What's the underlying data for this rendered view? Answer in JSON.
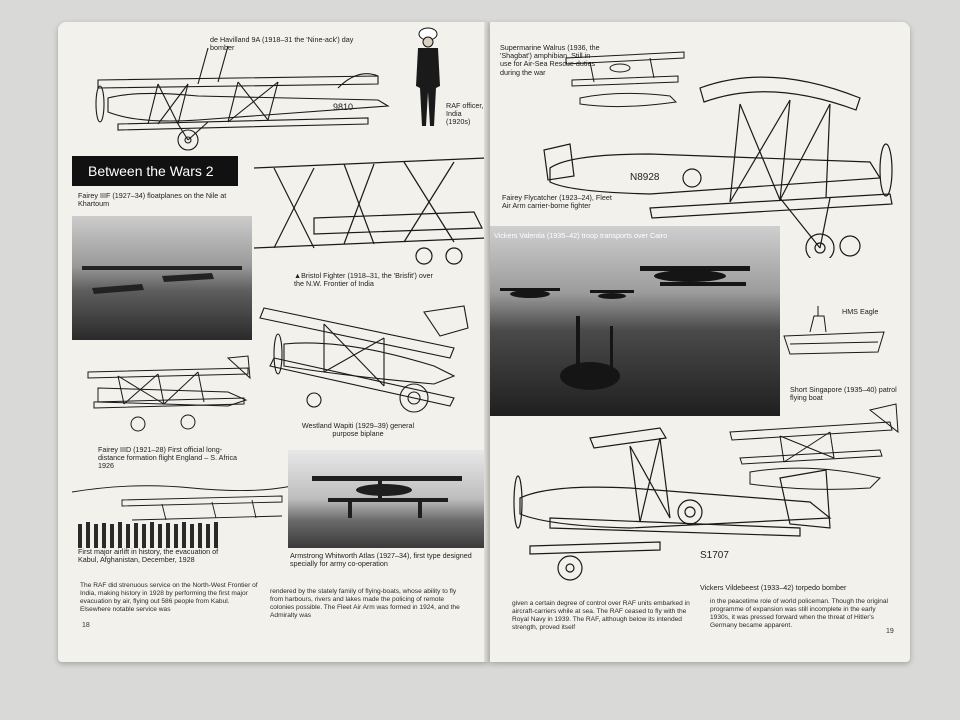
{
  "heading": "Between the Wars 2",
  "left_page": {
    "page_number": "18",
    "captions": {
      "dh9a": "de Havilland 9A (1918–31 the 'Nine-ack') day bomber",
      "officer": "RAF officer, India (1920s)",
      "fairey_iiif_photo": "Fairey IIIF (1927–34) floatplanes on the Nile at Khartoum",
      "bristol_fighter": "▲Bristol Fighter (1918–31, the 'Brisfit') over the N.W. Frontier of India",
      "fairey_iiid": "Fairey IIID (1921–28) First official long-distance formation flight England – S. Africa 1926",
      "wapiti": "Westland Wapiti (1929–39) general purpose biplane",
      "kabul": "First major airlift in history, the evacuation of Kabul, Afghanistan, December, 1928",
      "atlas": "Armstrong Whitworth Atlas (1927–34), first type designed specially for army co-operation"
    },
    "body_col1": "The RAF did strenuous service on the North-West Frontier of India, making history in 1928 by performing the first major evacuation by air, flying out 586 people from Kabul. Elsewhere notable service was",
    "body_col2": "rendered by the stately family of flying-boats, whose ability to fly from harbours, rivers and lakes made the policing of remote colonies possible. The Fleet Air Arm was formed in 1924, and the Admiralty was"
  },
  "right_page": {
    "page_number": "19",
    "captions": {
      "walrus": "Supermarine Walrus (1936, the 'Shagbat') amphibian. Still in use for Air-Sea Rescue duties during the war",
      "flycatcher": "Fairey Flycatcher (1923–24), Fleet Air Arm carrier-borne fighter",
      "valentia": "Vickers Valentia (1935–42) troop transports over Cairo",
      "eagle": "HMS Eagle",
      "singapore": "Short Singapore (1935–40) patrol flying boat",
      "vildebeest": "Vickers Vildebeest (1933–42) torpedo bomber"
    },
    "body_col1": "given a certain degree of control over RAF units embarked in aircraft-carriers while at sea. The RAF ceased to fly with the Royal Navy in 1939. The RAF, although below its intended strength, proved itself",
    "body_col2": "in the peacetime role of world policeman. Though the original programme of expansion was still incomplete in the early 1930s, it was pressed forward when the threat of Hitler's Germany became apparent."
  },
  "aircraft_markings": {
    "dh9a": "9810",
    "flycatcher": "N8928",
    "vildebeest": "S1707"
  },
  "colors": {
    "page": "#f2f1ec",
    "ink": "#1a1a1a",
    "heading_bg": "#111111"
  }
}
